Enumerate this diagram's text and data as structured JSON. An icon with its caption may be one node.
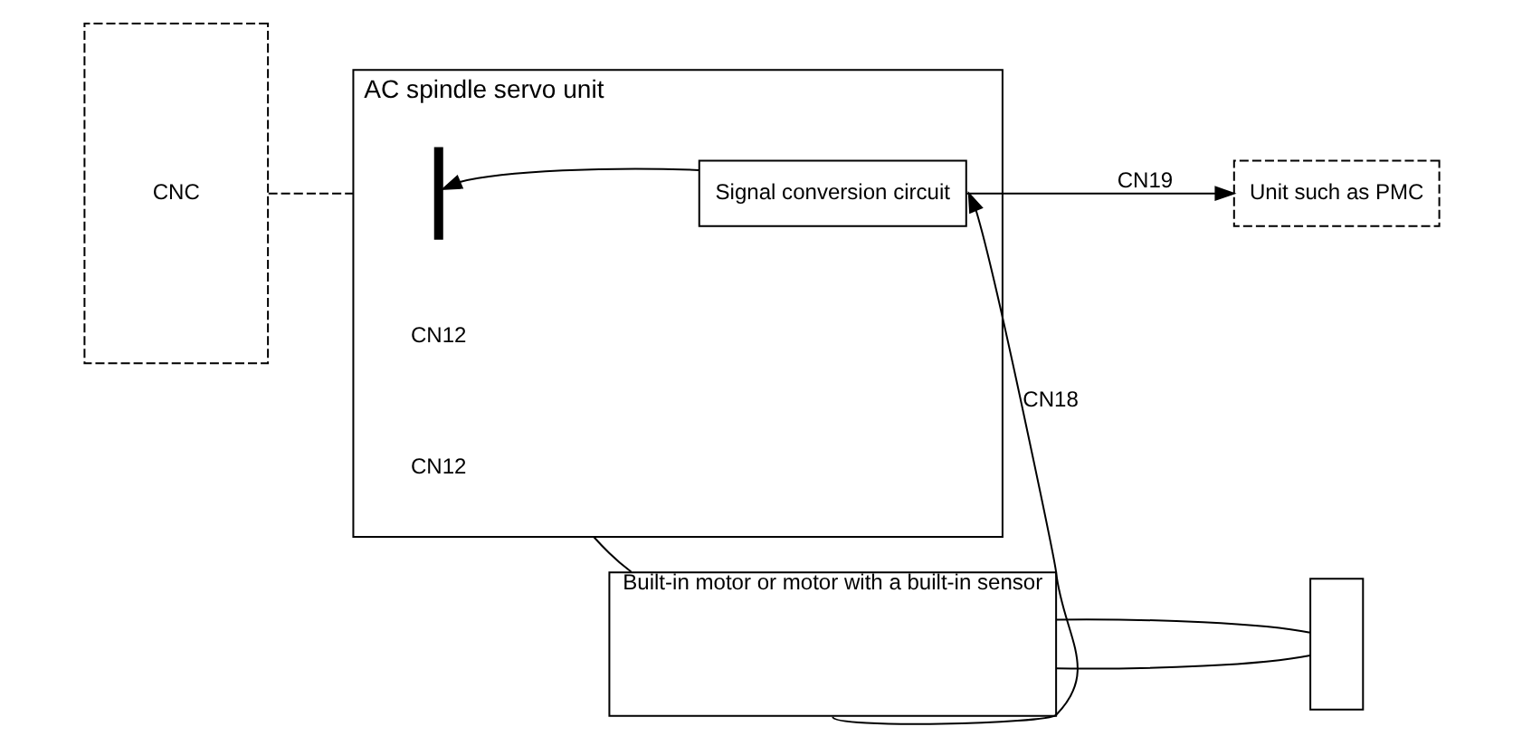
{
  "diagram": {
    "nodes": [
      {
        "text": [
          "CNC"
        ]
      },
      {
        "text": [
          "AC spindle servo unit"
        ]
      },
      {
        "text": [
          "Signal conversion circuit"
        ],
        "in": 1
      },
      {
        "text": [],
        "shape": "bar",
        "in": 1
      },
      {
        "text": [
          "Built-in motor or motor with a built-in sensor"
        ]
      },
      {
        "text": [],
        "shape": "box"
      },
      {
        "text": [
          "Unit such as PMC"
        ]
      }
    ],
    "edges": [
      {
        "from": 0,
        "to": 1,
        "arrow": "none",
        "style": "dashed"
      },
      {
        "from": 1,
        "to": 4,
        "arrow": "none"
      },
      {
        "from": 4,
        "to": 2,
        "arrow": "to",
        "label": "CN18"
      },
      {
        "from": 2,
        "to": 3,
        "arrow": "to"
      },
      {
        "from": 2,
        "to": 6,
        "arrow": "to",
        "label": "CN19"
      },
      {
        "from": 4,
        "to": 5,
        "arrow": "none"
      },
      {
        "from": 4,
        "to": 5,
        "arrow": "none"
      }
    ],
    "labels": [
      "CN12",
      "CN12"
    ]
  }
}
